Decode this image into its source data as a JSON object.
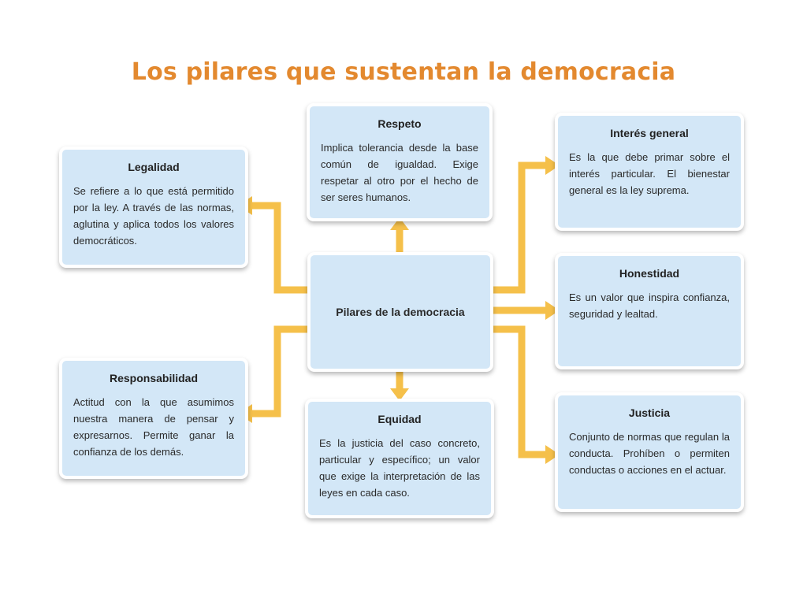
{
  "title": "Los pilares que sustentan la democracia",
  "colors": {
    "title": "#e3892f",
    "box_fill": "#d3e7f7",
    "arrow": "#f5c04a"
  },
  "center": {
    "label": "Pilares de la democracia"
  },
  "pillars": {
    "respeto": {
      "title": "Respeto",
      "text": "Implica tolerancia desde la base común de igualdad. Exige respetar al otro por el hecho de ser seres humanos."
    },
    "legalidad": {
      "title": "Legalidad",
      "text": "Se refiere a lo que está permitido por la ley. A través de las normas, aglutina y aplica todos los valores democráticos."
    },
    "interes": {
      "title": "Interés general",
      "text": "Es la que debe primar sobre el interés particular. El bienestar general es la ley suprema."
    },
    "honestidad": {
      "title": "Honestidad",
      "text": "Es un valor que inspira confianza, seguridad y lealtad."
    },
    "responsabilidad": {
      "title": "Responsabilidad",
      "text": "Actitud con la que asumimos nuestra manera de pensar y expresarnos. Permite ganar la confianza de los demás."
    },
    "equidad": {
      "title": "Equidad",
      "text": "Es la justicia del caso concreto, particular y específico; un valor que exige la interpretación de las leyes en cada caso."
    },
    "justicia": {
      "title": "Justicia",
      "text": "Conjunto de normas que regulan la conducta. Prohíben o permiten conductas o acciones en el actuar."
    }
  }
}
